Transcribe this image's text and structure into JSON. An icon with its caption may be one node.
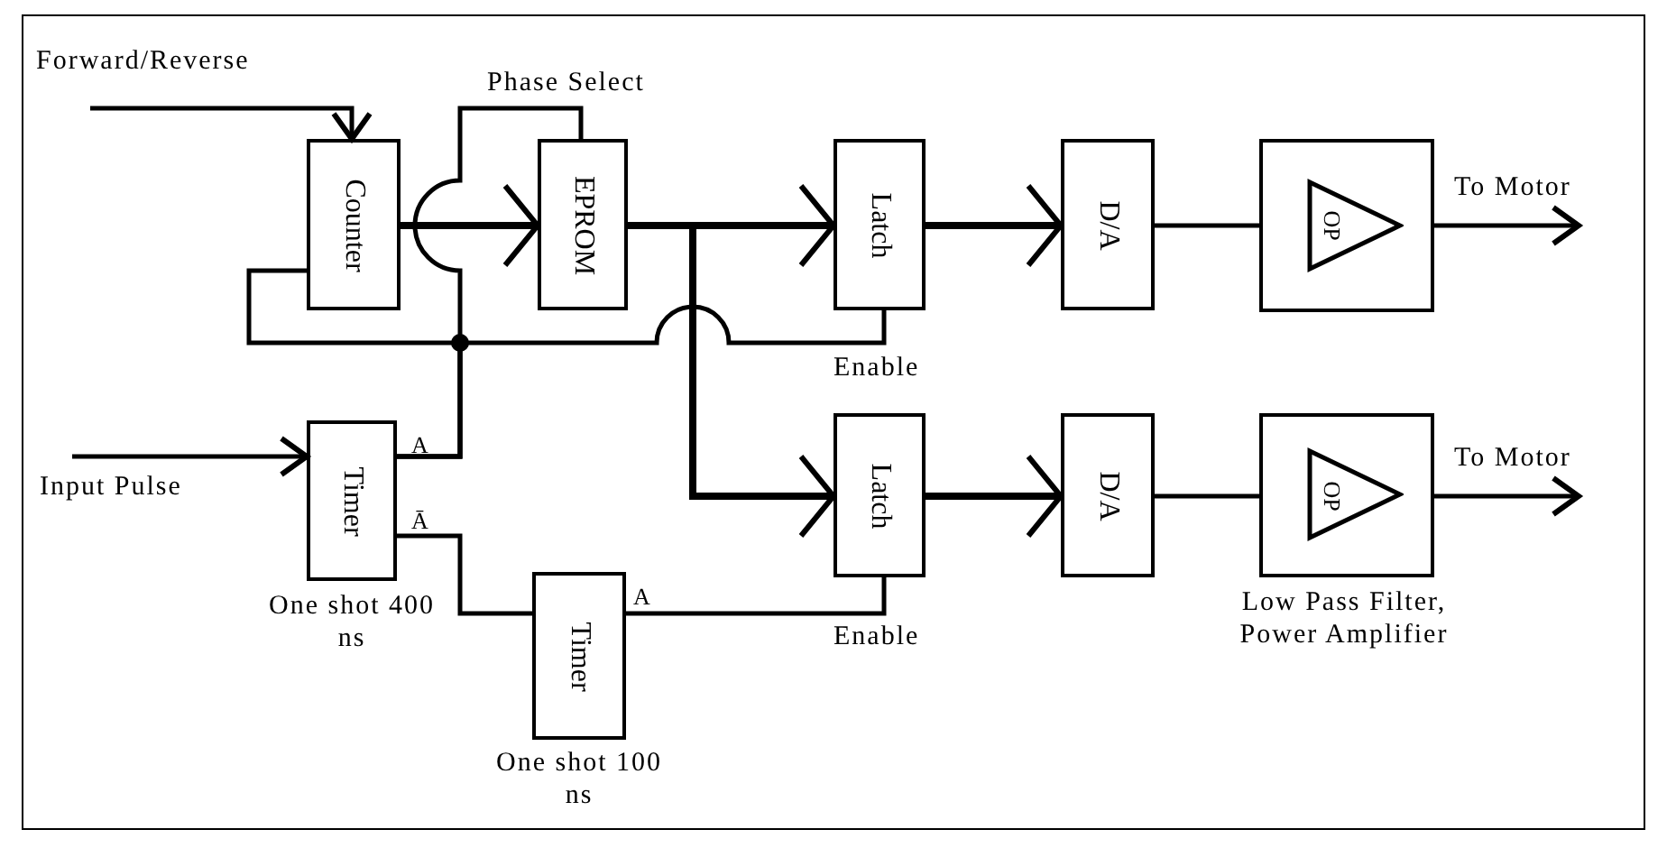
{
  "diagram": {
    "nodes": [
      {
        "text": [
          "Counter"
        ]
      },
      {
        "text": [
          "EPROM"
        ]
      },
      {
        "text": [
          "Latch"
        ]
      },
      {
        "text": [
          "D/A"
        ]
      },
      {
        "text": [
          "OP"
        ]
      },
      {
        "text": [
          "Timer"
        ],
        "beside": [
          "One shot 400 ns"
        ]
      },
      {
        "text": [
          "Latch"
        ]
      },
      {
        "text": [
          "D/A"
        ]
      },
      {
        "text": [
          "OP"
        ],
        "beside": [
          "Low Pass Filter, Power Amplifier"
        ]
      },
      {
        "text": [
          "Timer"
        ],
        "beside": [
          "One shot 100 ns"
        ]
      }
    ],
    "edges": [
      {
        "from": null,
        "to": 0,
        "arrow": "to",
        "label": "Forward/Reverse"
      },
      {
        "from": 0,
        "to": 1,
        "arrow": "to"
      },
      {
        "from": 1,
        "to": 2,
        "arrow": "to"
      },
      {
        "from": 1,
        "to": 6,
        "arrow": "to"
      },
      {
        "from": 2,
        "to": 3,
        "arrow": "to"
      },
      {
        "from": 3,
        "to": 4,
        "arrow": "none"
      },
      {
        "from": 4,
        "to": null,
        "arrow": "to",
        "label": "To Motor"
      },
      {
        "from": null,
        "to": 5,
        "arrow": "to",
        "label": "Input Pulse"
      },
      {
        "from": 5,
        "to": 0,
        "arrow": "none"
      },
      {
        "from": 5,
        "to": 1,
        "arrow": "none",
        "label": "Phase Select"
      },
      {
        "from": 5,
        "to": 2,
        "arrow": "none",
        "label": "Enable"
      },
      {
        "from": 5,
        "to": 9,
        "arrow": "none"
      },
      {
        "from": 9,
        "to": 6,
        "arrow": "none",
        "label": "Enable"
      },
      {
        "from": 6,
        "to": 7,
        "arrow": "to"
      },
      {
        "from": 7,
        "to": 8,
        "arrow": "none"
      },
      {
        "from": 8,
        "to": null,
        "arrow": "to",
        "label": "To Motor"
      }
    ],
    "labels": [
      "A",
      "Ā",
      "A"
    ]
  }
}
